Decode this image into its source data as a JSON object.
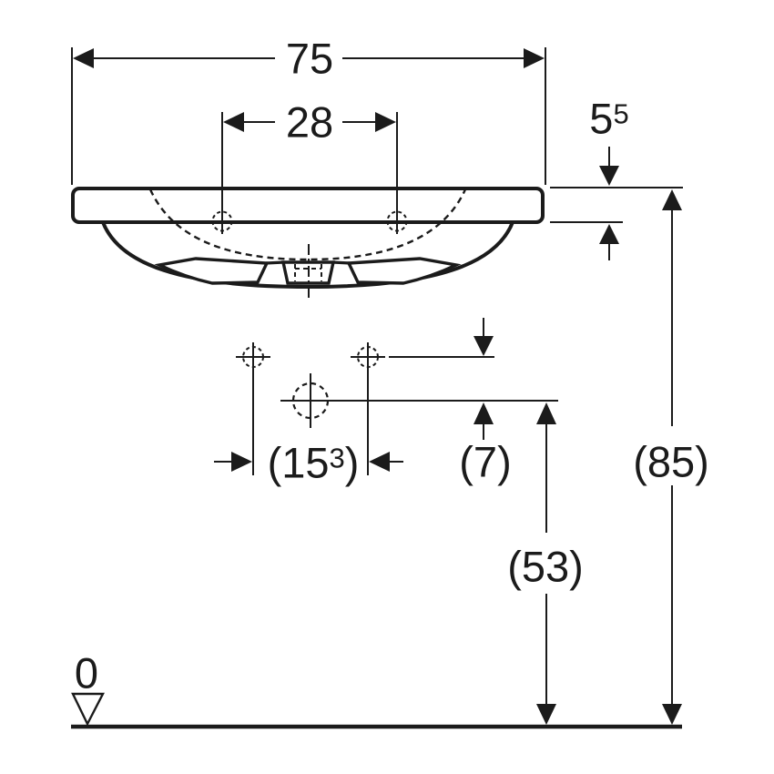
{
  "figure": {
    "kind": "technical-dimension-drawing",
    "subject": "washbasin front elevation with installation dimensions",
    "ink_color": "#1b1b1b",
    "background_color": "#ffffff",
    "labels": {
      "overall_width": "75",
      "tap_hole_spacing": "28",
      "rim_thickness_main": "5",
      "rim_thickness_sup": "5",
      "fixing_spacing_pre": "(15",
      "fixing_spacing_sup": "3",
      "fixing_spacing_post": ")",
      "offset_dim": "(7)",
      "drain_height_dim": "(53)",
      "rim_height_dim": "(85)",
      "datum_level": "0"
    }
  }
}
